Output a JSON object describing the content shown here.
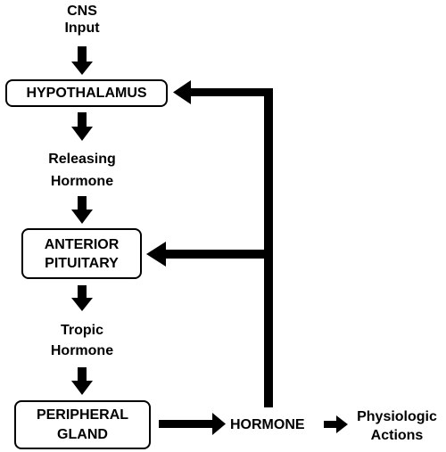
{
  "nodes": {
    "cns_input": {
      "line1": "CNS",
      "line2": "Input"
    },
    "hypothalamus": {
      "label": "HYPOTHALAMUS"
    },
    "releasing_hormone": {
      "line1": "Releasing",
      "line2": "Hormone"
    },
    "anterior_pituitary": {
      "line1": "ANTERIOR",
      "line2": "PITUITARY"
    },
    "tropic_hormone": {
      "line1": "Tropic",
      "line2": "Hormone"
    },
    "peripheral_gland": {
      "line1": "PERIPHERAL",
      "line2": "GLAND"
    },
    "hormone": {
      "label": "HORMONE"
    },
    "physiologic_actions": {
      "line1": "Physiologic",
      "line2": "Actions"
    }
  }
}
